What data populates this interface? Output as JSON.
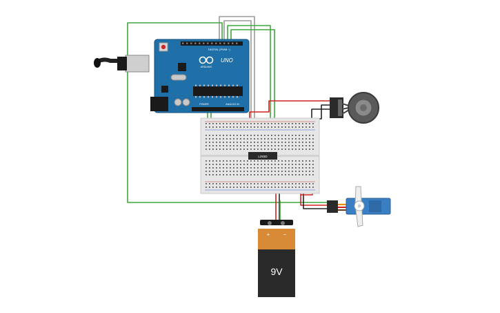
{
  "arduino": {
    "model_label": "UNO",
    "brand_label": "ARDUINO",
    "digital_label": "DIGITAL (PWM ~)",
    "power_label": "POWER",
    "analog_label": "ANALOG IN"
  },
  "driver_chip": {
    "label": "L293D"
  },
  "battery": {
    "label": "9V",
    "plus": "+",
    "minus": "−"
  },
  "colors": {
    "board": "#1f6fa8",
    "wire_green": "#3ca83c",
    "wire_red": "#d0201c",
    "wire_black": "#222222",
    "wire_gray": "#9a9a9a",
    "battery_top": "#d98a36",
    "battery_body": "#2a2a2a",
    "servo": "#3a7fc4"
  }
}
